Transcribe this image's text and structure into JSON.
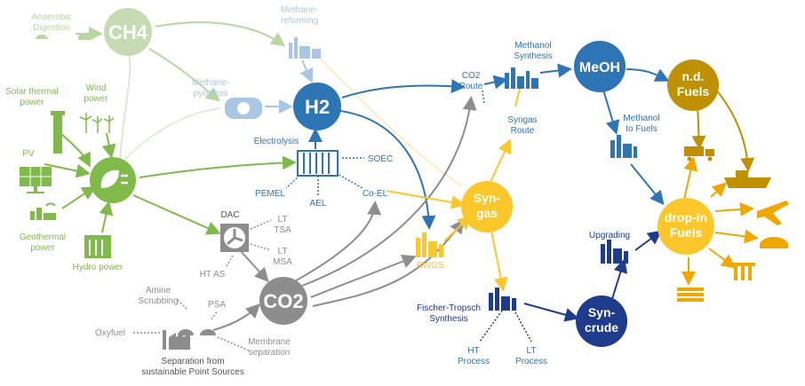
{
  "colors": {
    "green": "#7fba4a",
    "green_light": "#b9d6a0",
    "grey": "#8d8d8d",
    "grey_light": "#c8c8c8",
    "blue": "#2e75b6",
    "blue_light": "#a9c7e4",
    "yellow": "#fcc72a",
    "gold": "#bf9000",
    "navy": "#1f3b8c",
    "orange": "#f0a700"
  },
  "nodes": {
    "ch4": "CH4",
    "h2": "H2",
    "co2": "CO2",
    "meoh": "MeOH",
    "nd_fuels_1": "n.d.",
    "nd_fuels_2": "Fuels",
    "syngas_1": "Syn-",
    "syngas_2": "gas",
    "syncrude_1": "Syn-",
    "syncrude_2": "crude",
    "dropin_1": "drop-in",
    "dropin_2": "Fuels"
  },
  "labels": {
    "anaerobic_1": "Anaerobic",
    "anaerobic_2": "Digestion",
    "methane_reforming_1": "Methane-",
    "methane_reforming_2": "reforming",
    "methane_pyrolysis_1": "Methane-",
    "methane_pyrolysis_2": "pyrolysis",
    "solar_thermal_1": "Solar thermal",
    "solar_thermal_2": "power",
    "wind_1": "Wind",
    "wind_2": "power",
    "pv": "PV",
    "geothermal_1": "Geothermal",
    "geothermal_2": "power",
    "hydro": "Hydro power",
    "electrolysis": "Electrolysis",
    "soec": "SOEC",
    "pemel": "PEMEL",
    "ael": "AEL",
    "coel": "Co-EL",
    "dac": "DAC",
    "lt_tsa_1": "LT",
    "lt_tsa_2": "TSA",
    "lt_msa_1": "LT",
    "lt_msa_2": "MSA",
    "ht_as": "HT AS",
    "amine_1": "Amine",
    "amine_2": "Scrubbing",
    "psa": "PSA",
    "oxyfuel": "Oxyfuel",
    "membrane_1": "Membrane",
    "membrane_2": "separation",
    "separation_1": "Separation from",
    "separation_2": "sustainable Point Sources",
    "co2_route_1": "CO2",
    "co2_route_2": "Route",
    "syngas_route_1": "Syngas",
    "syngas_route_2": "Route",
    "methanol_synthesis_1": "Methanol",
    "methanol_synthesis_2": "Synthesis",
    "methanol_to_fuels_1": "Methanol",
    "methanol_to_fuels_2": "to Fuels",
    "rwgs": "RWGS",
    "upgrading": "Upgrading",
    "ft_1": "Fischer-Tropsch",
    "ft_2": "Synthesis",
    "ht_process_1": "HT",
    "ht_process_2": "Process",
    "lt_process_1": "LT",
    "lt_process_2": "Process"
  }
}
